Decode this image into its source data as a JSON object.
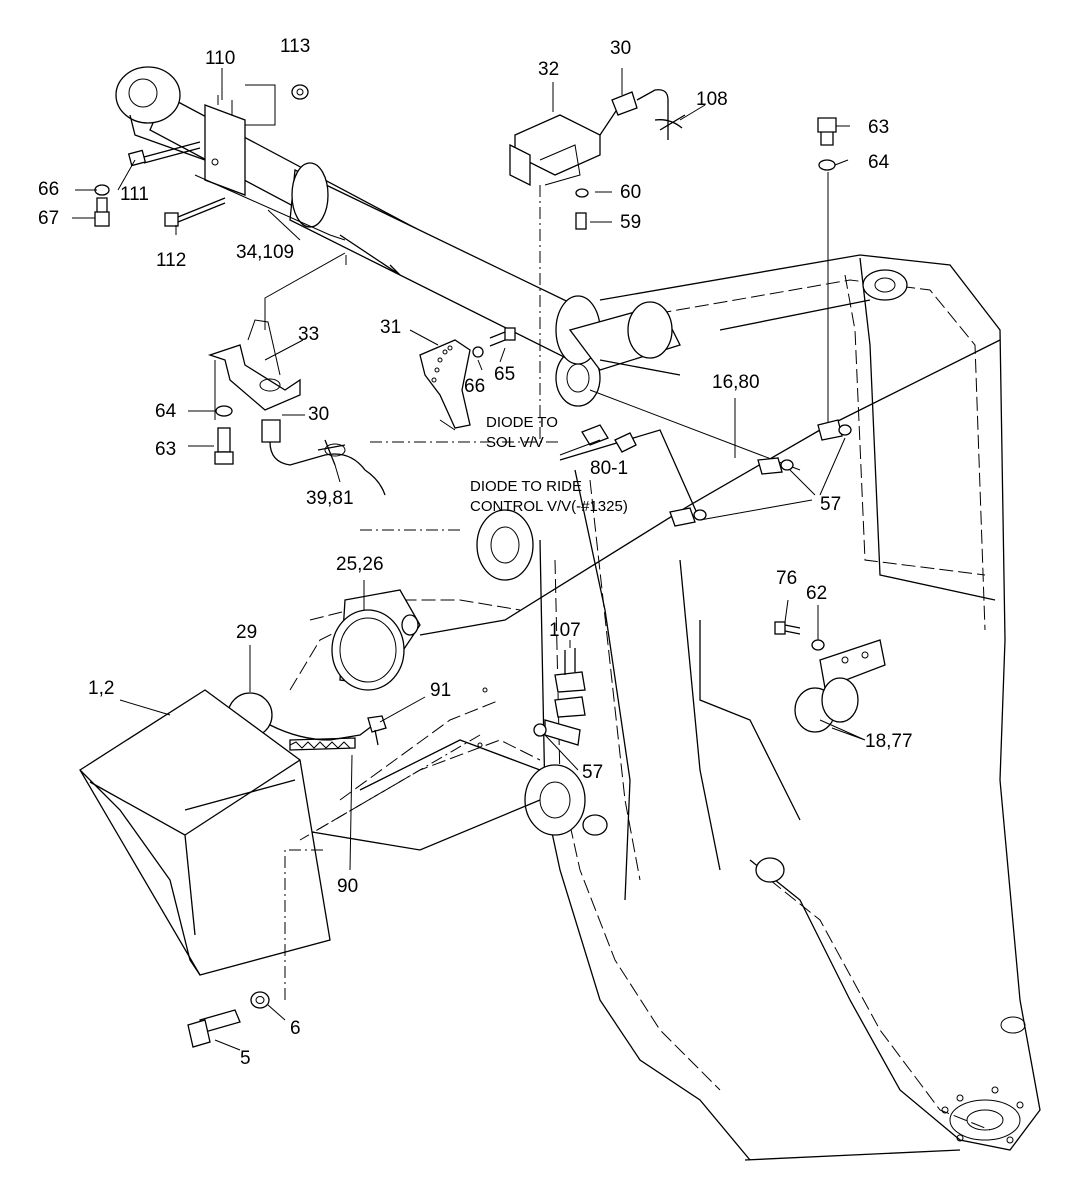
{
  "callouts": {
    "c110": "110",
    "c113": "113",
    "c32": "32",
    "c30a": "30",
    "c108": "108",
    "c63a": "63",
    "c64a": "64",
    "c66a": "66",
    "c111": "111",
    "c67": "67",
    "c60": "60",
    "c59": "59",
    "c112": "112",
    "c34_109": "34,109",
    "c33": "33",
    "c31": "31",
    "c66b": "66",
    "c65": "65",
    "c16_80": "16,80",
    "c64b": "64",
    "c30b": "30",
    "c63b": "63",
    "c80_1": "80-1",
    "c57a": "57",
    "c39_81": "39,81",
    "c25_26": "25,26",
    "c76": "76",
    "c62": "62",
    "c29": "29",
    "c107": "107",
    "c1_2": "1,2",
    "c91": "91",
    "c18_77": "18,77",
    "c57b": "57",
    "c90": "90",
    "c6": "6",
    "c5": "5"
  },
  "notes": {
    "diode_sol_line1": "DIODE TO",
    "diode_sol_line2": "SOL V/V",
    "diode_ride_line1": "DIODE TO RIDE",
    "diode_ride_line2": "CONTROL V/V(-#1325)"
  }
}
